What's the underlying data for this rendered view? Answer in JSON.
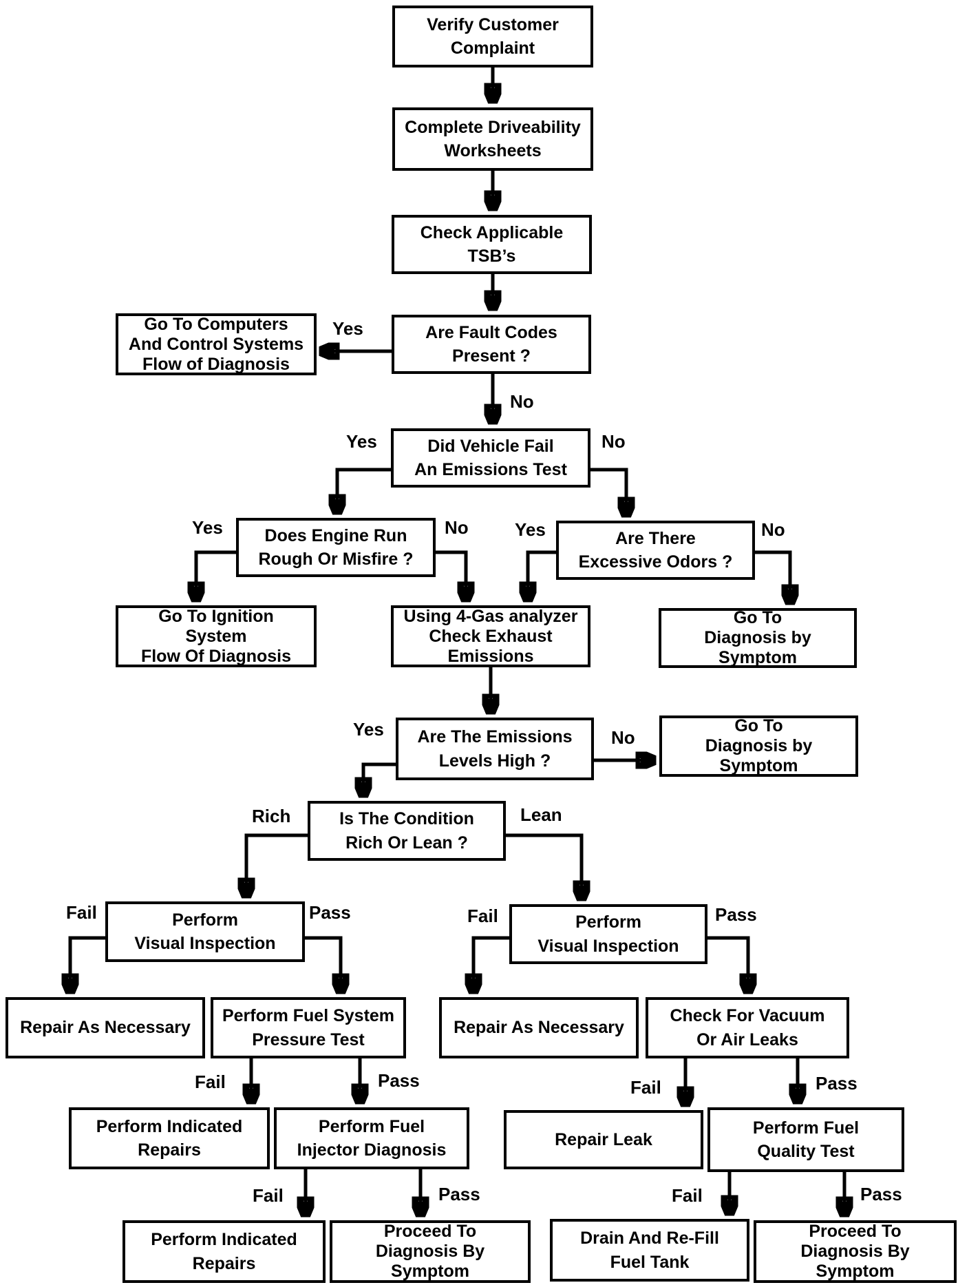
{
  "diagram": {
    "type": "flowchart",
    "description_colors": {
      "line": "#000000",
      "box_background": "#ffffff",
      "text": "#000000",
      "page_background": "#ffffff"
    }
  },
  "nodes": {
    "verify_complaint": {
      "label": "Verify Customer\nComplaint"
    },
    "driveability_worksheets": {
      "label": "Complete Driveability\nWorksheets"
    },
    "check_tsbs": {
      "label": "Check Applicable\nTSB’s"
    },
    "fault_codes": {
      "label": "Are Fault Codes\nPresent ?"
    },
    "computers_flow": {
      "label": "Go To Computers\nAnd Control Systems\nFlow of Diagnosis"
    },
    "emissions_test": {
      "label": "Did Vehicle Fail\nAn Emissions Test"
    },
    "engine_rough": {
      "label": "Does Engine Run\nRough Or Misfire ?"
    },
    "excessive_odors": {
      "label": "Are There\nExcessive Odors ?"
    },
    "ignition_flow": {
      "label": "Go To Ignition\nSystem\nFlow Of Diagnosis"
    },
    "gas_analyzer": {
      "label": "Using 4-Gas analyzer\nCheck Exhaust\nEmissions"
    },
    "symptom_1": {
      "label": "Go To\nDiagnosis by\nSymptom"
    },
    "emissions_high": {
      "label": "Are The Emissions\nLevels High ?"
    },
    "symptom_2": {
      "label": "Go To\nDiagnosis by\nSymptom"
    },
    "rich_or_lean": {
      "label": "Is The Condition\nRich Or Lean ?"
    },
    "visual_inspection_rich": {
      "label": "Perform\nVisual Inspection"
    },
    "visual_inspection_lean": {
      "label": "Perform\nVisual Inspection"
    },
    "repair_necessary_rich": {
      "label": "Repair As Necessary"
    },
    "fuel_pressure_test": {
      "label": "Perform Fuel System\nPressure Test"
    },
    "repair_necessary_lean": {
      "label": "Repair As Necessary"
    },
    "vacuum_leaks": {
      "label": "Check For Vacuum\nOr Air Leaks"
    },
    "indicated_repairs_1": {
      "label": "Perform Indicated\nRepairs"
    },
    "injector_diagnosis": {
      "label": "Perform Fuel\nInjector Diagnosis"
    },
    "repair_leak": {
      "label": "Repair  Leak"
    },
    "fuel_quality_test": {
      "label": "Perform Fuel\nQuality Test"
    },
    "indicated_repairs_2": {
      "label": "Perform Indicated\nRepairs"
    },
    "proceed_symptom_1": {
      "label": "Proceed To\nDiagnosis By\nSymptom"
    },
    "drain_fuel_tank": {
      "label": "Drain And Re-Fill\nFuel Tank"
    },
    "proceed_symptom_2": {
      "label": "Proceed To\nDiagnosis By\nSymptom"
    }
  },
  "edges": {
    "fault_codes_yes": {
      "from": "fault_codes",
      "to": "computers_flow",
      "label": "Yes"
    },
    "fault_codes_no": {
      "from": "fault_codes",
      "to": "emissions_test",
      "label": "No"
    },
    "emissions_test_yes": {
      "from": "emissions_test",
      "to": "engine_rough",
      "label": "Yes"
    },
    "emissions_test_no": {
      "from": "emissions_test",
      "to": "excessive_odors",
      "label": "No"
    },
    "engine_rough_yes": {
      "from": "engine_rough",
      "to": "ignition_flow",
      "label": "Yes"
    },
    "engine_rough_no": {
      "from": "engine_rough",
      "to": "gas_analyzer",
      "label": "No"
    },
    "odors_yes": {
      "from": "excessive_odors",
      "to": "gas_analyzer",
      "label": "Yes"
    },
    "odors_no": {
      "from": "excessive_odors",
      "to": "symptom_1",
      "label": "No"
    },
    "emissions_high_yes": {
      "from": "emissions_high",
      "to": "rich_or_lean",
      "label": "Yes"
    },
    "emissions_high_no": {
      "from": "emissions_high",
      "to": "symptom_2",
      "label": "No"
    },
    "condition_rich": {
      "from": "rich_or_lean",
      "to": "visual_inspection_rich",
      "label": "Rich"
    },
    "condition_lean": {
      "from": "rich_or_lean",
      "to": "visual_inspection_lean",
      "label": "Lean"
    },
    "vis_rich_fail": {
      "from": "visual_inspection_rich",
      "to": "repair_necessary_rich",
      "label": "Fail"
    },
    "vis_rich_pass": {
      "from": "visual_inspection_rich",
      "to": "fuel_pressure_test",
      "label": "Pass"
    },
    "vis_lean_fail": {
      "from": "visual_inspection_lean",
      "to": "repair_necessary_lean",
      "label": "Fail"
    },
    "vis_lean_pass": {
      "from": "visual_inspection_lean",
      "to": "vacuum_leaks",
      "label": "Pass"
    },
    "fuel_pressure_fail": {
      "from": "fuel_pressure_test",
      "to": "indicated_repairs_1",
      "label": "Fail"
    },
    "fuel_pressure_pass": {
      "from": "fuel_pressure_test",
      "to": "injector_diagnosis",
      "label": "Pass"
    },
    "vacuum_fail": {
      "from": "vacuum_leaks",
      "to": "repair_leak",
      "label": "Fail"
    },
    "vacuum_pass": {
      "from": "vacuum_leaks",
      "to": "fuel_quality_test",
      "label": "Pass"
    },
    "injector_fail": {
      "from": "injector_diagnosis",
      "to": "indicated_repairs_2",
      "label": "Fail"
    },
    "injector_pass": {
      "from": "injector_diagnosis",
      "to": "proceed_symptom_1",
      "label": "Pass"
    },
    "fuel_quality_fail": {
      "from": "fuel_quality_test",
      "to": "drain_fuel_tank",
      "label": "Fail"
    },
    "fuel_quality_pass": {
      "from": "fuel_quality_test",
      "to": "proceed_symptom_2",
      "label": "Pass"
    }
  }
}
